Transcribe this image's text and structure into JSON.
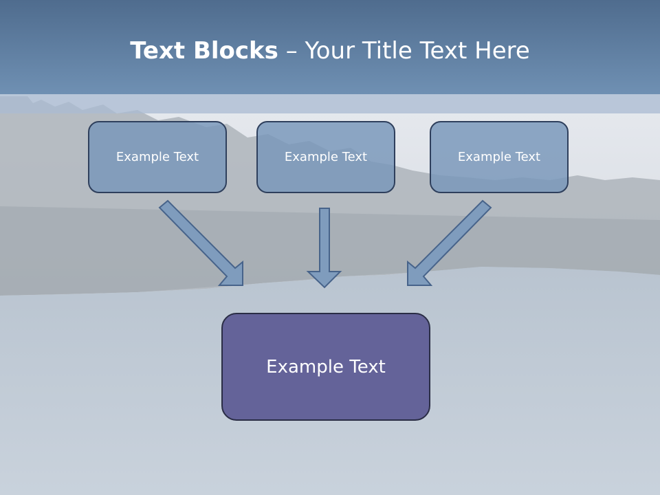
{
  "slide": {
    "title_bold": "Text Blocks",
    "title_rest": " – Your Title Text Here"
  },
  "diagram": {
    "top_blocks": [
      {
        "text": "Example Text"
      },
      {
        "text": "Example Text"
      },
      {
        "text": "Example Text"
      }
    ],
    "bottom_block": {
      "text": "Example Text"
    }
  },
  "colors": {
    "title_bar": "#5f7ea3",
    "top_block_fill": "#7896b9",
    "bottom_block_fill": "#646399",
    "arrow_fill": "#7f9cbd",
    "arrow_stroke": "#47638a",
    "water": "#c3cdd8",
    "sky": "#dfe4ea"
  }
}
